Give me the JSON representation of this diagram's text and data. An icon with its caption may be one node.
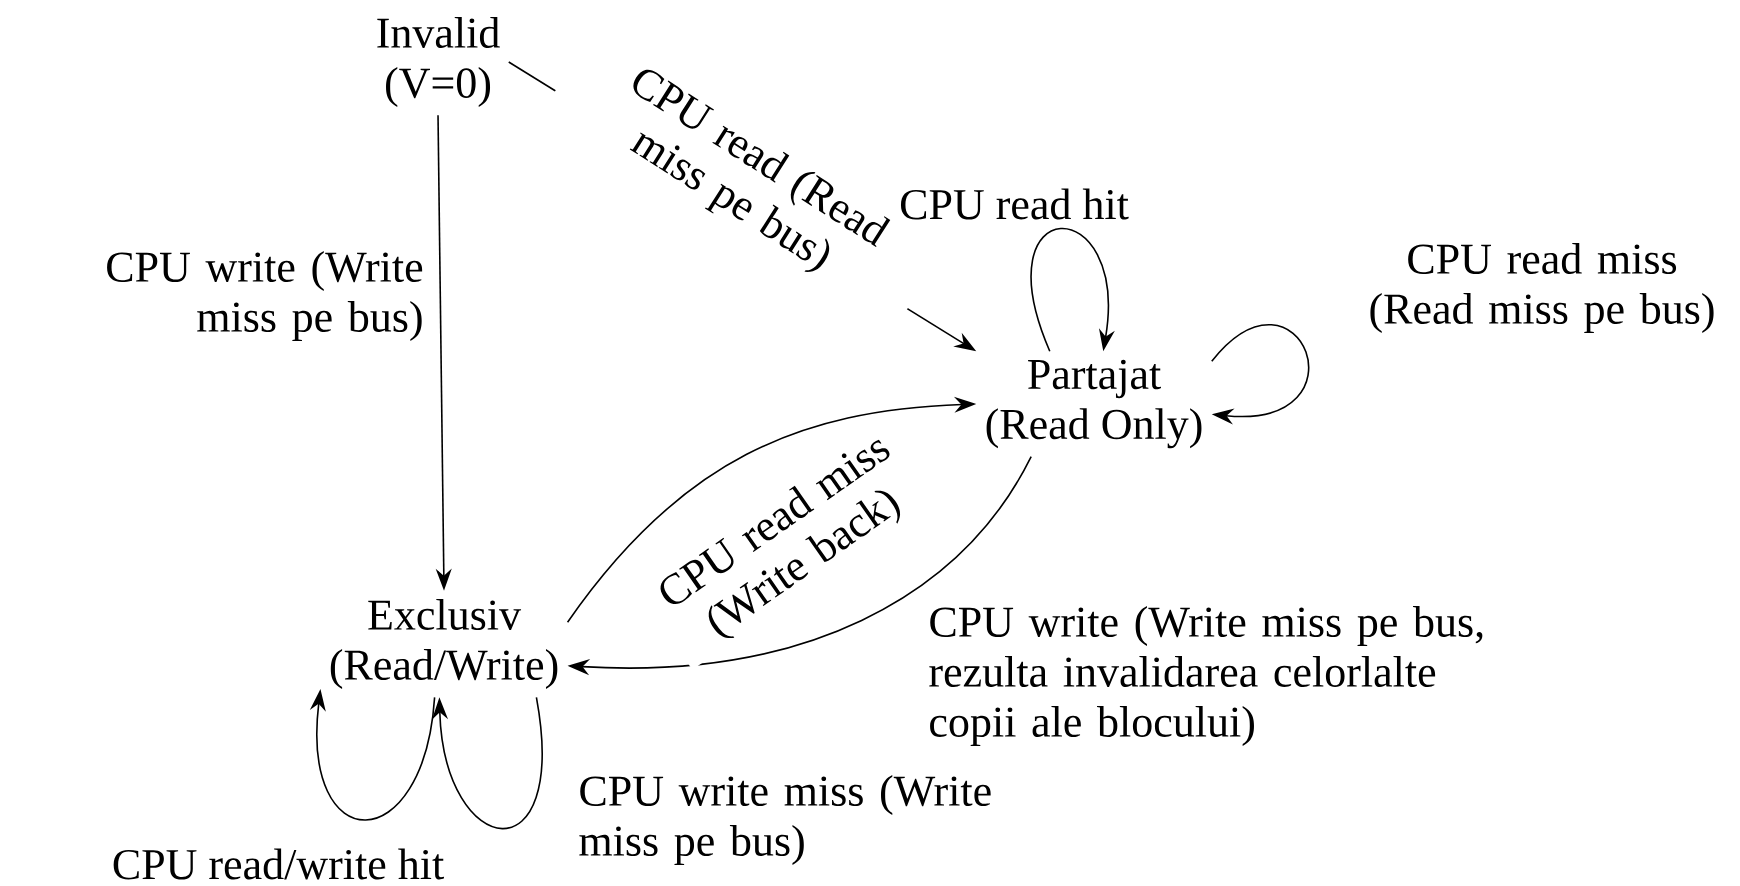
{
  "diagram": {
    "nodes": [
      {
        "text": [
          "Invalid",
          "(V=0)"
        ]
      },
      {
        "text": [
          "Partajat",
          "(Read Only)"
        ]
      },
      {
        "text": [
          "Exclusiv",
          "(Read/Write)"
        ]
      }
    ],
    "edges": [
      {
        "from": 0,
        "to": 1,
        "arrow": "to",
        "label": "CPU read (Read miss pe bus)"
      },
      {
        "from": 0,
        "to": 2,
        "arrow": "to",
        "label": "CPU write (Write miss pe bus)"
      },
      {
        "from": 1,
        "to": 1,
        "arrow": "to",
        "label": "CPU read hit"
      },
      {
        "from": 1,
        "to": 1,
        "arrow": "to",
        "label": "CPU read miss (Read miss pe bus)"
      },
      {
        "from": 2,
        "to": 1,
        "arrow": "to",
        "label": "CPU read miss (Write back)"
      },
      {
        "from": 1,
        "to": 2,
        "arrow": "to",
        "label": "CPU write (Write miss pe bus, rezulta invalidarea celorlalte copii ale blocului)"
      },
      {
        "from": 2,
        "to": 2,
        "arrow": "to",
        "label": "CPU read/write hit"
      },
      {
        "from": 2,
        "to": 2,
        "arrow": "to",
        "label": "CPU write miss (Write miss pe bus)"
      }
    ]
  }
}
